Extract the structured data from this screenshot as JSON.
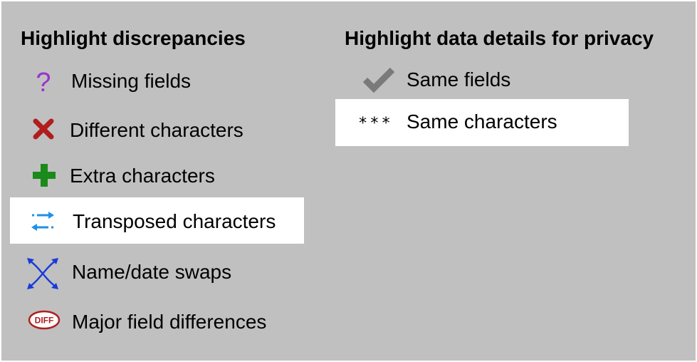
{
  "left": {
    "heading": "Highlight discrepancies",
    "items": [
      {
        "icon": "question-mark-icon",
        "label": "Missing fields"
      },
      {
        "icon": "red-x-icon",
        "label": "Different characters"
      },
      {
        "icon": "green-plus-icon",
        "label": "Extra characters"
      },
      {
        "icon": "swap-arrows-icon",
        "label": "Transposed characters"
      },
      {
        "icon": "cross-arrows-icon",
        "label": "Name/date swaps"
      },
      {
        "icon": "diff-badge-icon",
        "label": "Major field differences",
        "badge_text": "DIFF"
      }
    ]
  },
  "right": {
    "heading": "Highlight data details for privacy",
    "items": [
      {
        "icon": "checkmark-icon",
        "label": "Same fields"
      },
      {
        "icon": "asterisks-icon",
        "label": "Same characters",
        "symbol": "***"
      }
    ]
  },
  "colors": {
    "panel_bg": "#c0c0c0",
    "highlight_bg": "#ffffff",
    "question": "#9933cc",
    "x": "#b01e1e",
    "plus": "#1a8a1a",
    "swap": "#1e90e8",
    "cross_arrows": "#1a3adb",
    "diff": "#b01e1e",
    "check": "#7a7a7a"
  }
}
